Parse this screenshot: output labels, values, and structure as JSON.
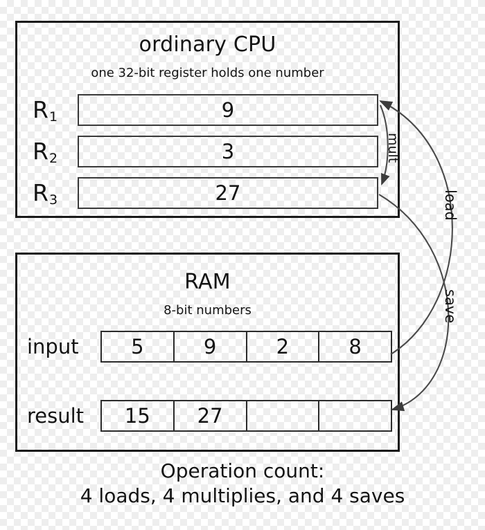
{
  "diagram": {
    "cpu": {
      "title": "ordinary CPU",
      "subtitle": "one 32-bit register holds one number",
      "registers": [
        {
          "label": "R",
          "index": "1",
          "value": "9"
        },
        {
          "label": "R",
          "index": "2",
          "value": "3"
        },
        {
          "label": "R",
          "index": "3",
          "value": "27"
        }
      ]
    },
    "ram": {
      "title": "RAM",
      "subtitle": "8-bit numbers",
      "rows": [
        {
          "label": "input",
          "cells": [
            "5",
            "9",
            "2",
            "8"
          ]
        },
        {
          "label": "result",
          "cells": [
            "15",
            "27",
            "",
            ""
          ]
        }
      ]
    },
    "arrows": [
      {
        "name": "mult",
        "label": "mult",
        "from": "register-1",
        "to": "register-3"
      },
      {
        "name": "load",
        "label": "load",
        "from": "ram-input-row",
        "to": "register-1"
      },
      {
        "name": "save",
        "label": "save",
        "from": "register-3",
        "to": "ram-result-row"
      }
    ],
    "caption": {
      "line1": "Operation count:",
      "line2": "4 loads, 4 multiplies, and 4 saves"
    },
    "colors": {
      "stroke": "#1a1a1a",
      "cell_stroke": "#2b2b2b",
      "text": "#141414",
      "arrow": "#3c3c3c"
    }
  }
}
